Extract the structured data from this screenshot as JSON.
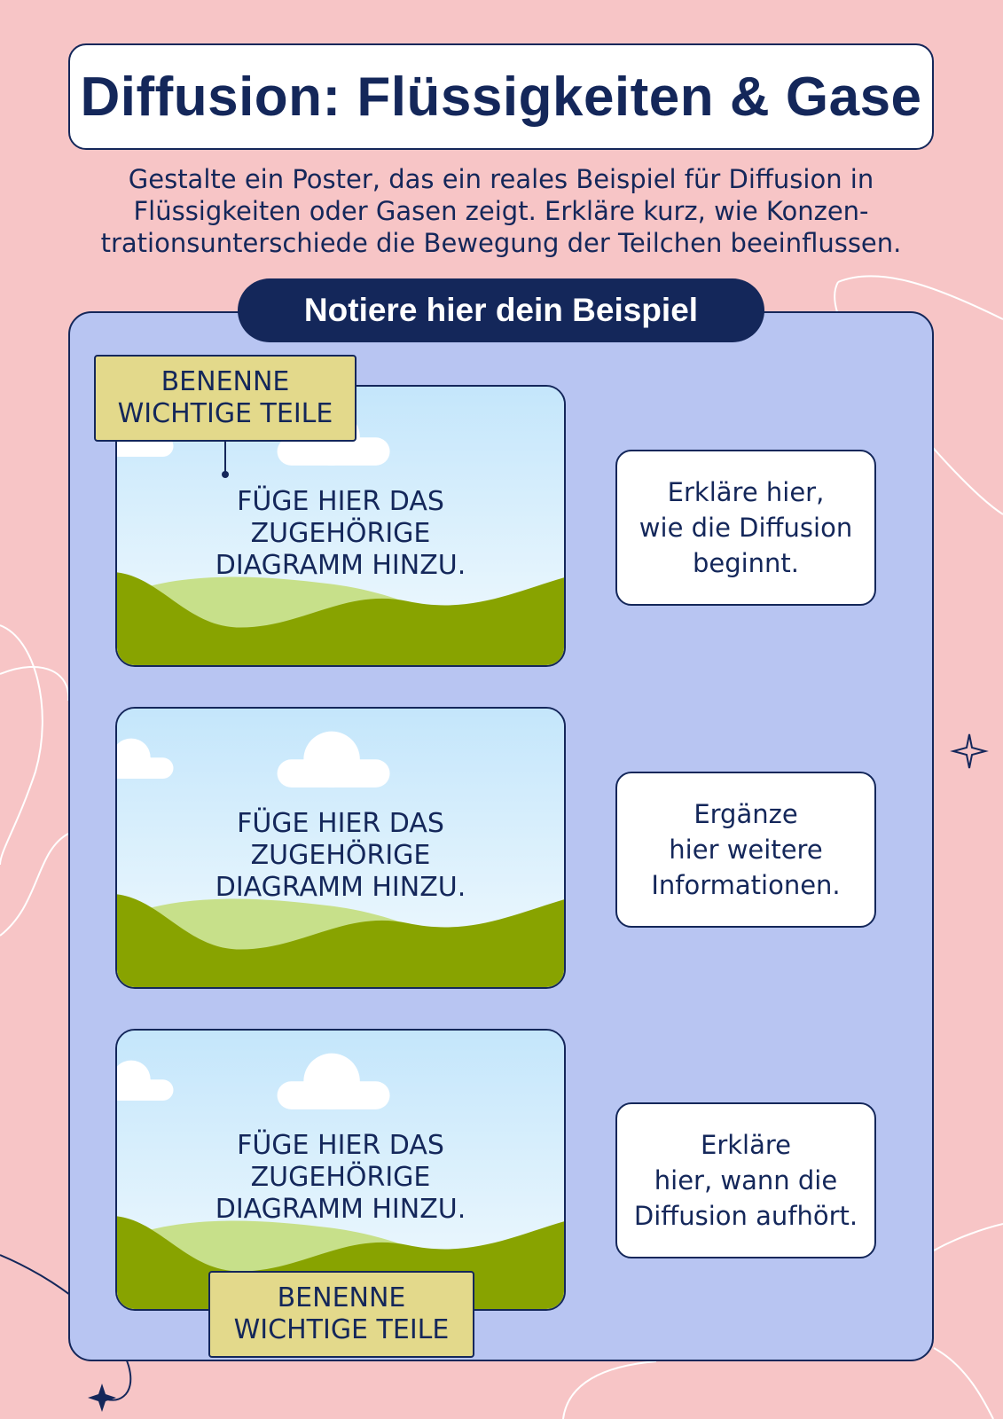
{
  "title": "Diffusion: Flüssigkeiten & Gase",
  "intro_lines": [
    "Gestalte ein Poster, das ein reales Beispiel für Diffusion in",
    "Flüssigkeiten oder Gasen zeigt. Erkläre kurz, wie Konzen-",
    "trationsunterschiede die Bewegung der Teilchen beeinflussen."
  ],
  "panel_heading": "Notiere hier dein Beispiel",
  "label_tags": [
    {
      "lines": [
        "BENENNE",
        "WICHTIGE TEILE"
      ]
    },
    {
      "lines": [
        "BENENNE",
        "WICHTIGE TEILE"
      ]
    }
  ],
  "diagrams": [
    {
      "lines": [
        "FÜGE HIER DAS",
        "ZUGEHÖRIGE",
        "DIAGRAMM HINZU."
      ]
    },
    {
      "lines": [
        "FÜGE HIER DAS",
        "ZUGEHÖRIGE",
        "DIAGRAMM HINZU."
      ]
    },
    {
      "lines": [
        "FÜGE HIER DAS",
        "ZUGEHÖRIGE",
        "DIAGRAMM HINZU."
      ]
    }
  ],
  "notes": [
    {
      "lines": [
        "Erkläre hier,",
        "wie die Diffusion",
        "beginnt."
      ]
    },
    {
      "lines": [
        "Ergänze",
        "hier weitere",
        "Informationen."
      ]
    },
    {
      "lines": [
        "Erkläre",
        "hier, wann die",
        "Diffusion aufhört."
      ]
    }
  ],
  "colors": {
    "background": "#f7c5c6",
    "navy": "#14275a",
    "panel": "#b8c5f2",
    "label_tag": "#e3d98b",
    "grass_dark": "#88a300",
    "grass_light": "#c7e08a",
    "sky_top": "#c4e6fb",
    "sky_bottom": "#f2fafe"
  }
}
